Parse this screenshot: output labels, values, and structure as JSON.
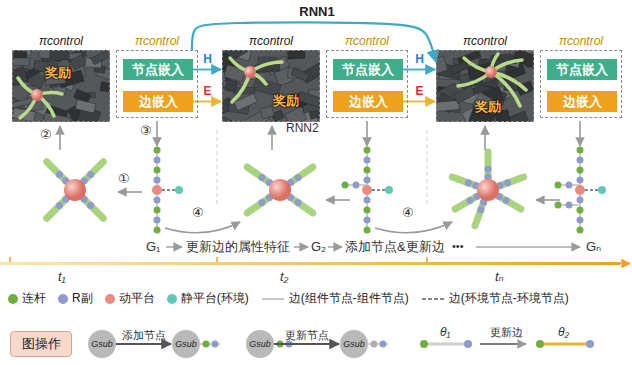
{
  "diagram": {
    "nodes": [
      {
        "text": [
          "πcontrol",
          "奖励"
        ]
      },
      {
        "text": [
          "πcontrol"
        ]
      },
      {
        "text": [
          "节点嵌入"
        ],
        "in": 1
      },
      {
        "text": [
          "边嵌入"
        ],
        "in": 1
      },
      {
        "text": [
          "πcontrol",
          "奖励"
        ]
      },
      {
        "text": [
          "πcontrol"
        ]
      },
      {
        "text": [
          "节点嵌入"
        ],
        "in": 5
      },
      {
        "text": [
          "边嵌入"
        ],
        "in": 5
      },
      {
        "text": [
          "πcontrol",
          "奖励"
        ]
      },
      {
        "text": [
          "πcontrol"
        ]
      },
      {
        "text": [
          "节点嵌入"
        ],
        "in": 9
      },
      {
        "text": [
          "边嵌入"
        ],
        "in": 9
      },
      {
        "text": [
          "图操作"
        ]
      },
      {
        "text": [
          "Gsub"
        ]
      },
      {
        "text": [
          "Gsub"
        ]
      },
      {
        "text": [
          "Gsub"
        ]
      },
      {
        "text": [
          "Gsub"
        ]
      }
    ],
    "edges": [
      {
        "from": 1,
        "to": 8,
        "arrow": "to",
        "label": "RNN1"
      },
      {
        "from": 2,
        "to": 4,
        "arrow": "to",
        "label": "H"
      },
      {
        "from": 3,
        "to": 4,
        "arrow": "to",
        "label": "E"
      },
      {
        "from": 6,
        "to": 8,
        "arrow": "to",
        "label": "H"
      },
      {
        "from": 7,
        "to": 8,
        "arrow": "to",
        "label": "E"
      },
      {
        "from": 13,
        "to": 14,
        "arrow": "to",
        "label": "添加节点"
      },
      {
        "from": 15,
        "to": 16,
        "arrow": "to",
        "label": "更新节点"
      }
    ],
    "labels": [
      "RNN2",
      "①",
      "②",
      "③",
      "④",
      "④",
      "G₁",
      "更新边的属性特征",
      "G₂",
      "添加节点&更新边",
      "•••",
      "Gₙ",
      "t₁",
      "t₂",
      "tₙ",
      "θ₁",
      "更新边",
      "θ₂"
    ],
    "legend": [
      {
        "text": "连杆",
        "color": "#6fae3f"
      },
      {
        "text": "R副",
        "color": "#8f9bcb"
      },
      {
        "text": "动平台",
        "color": "#ea8a80"
      },
      {
        "text": "静平台(环境)",
        "color": "#62c9b6"
      },
      {
        "text": "边(组件节点-组件节点)"
      },
      {
        "text": "边(环境节点-环境节点)"
      }
    ]
  }
}
